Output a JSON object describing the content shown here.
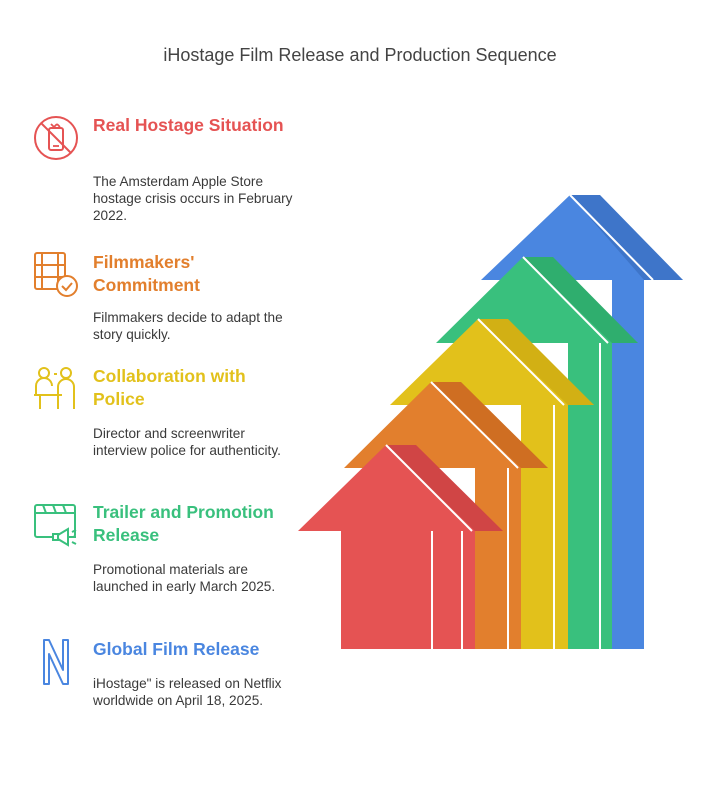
{
  "title": "iHostage Film Release and Production Sequence",
  "steps": [
    {
      "heading": "Real Hostage Situation",
      "description": "The Amsterdam Apple Store hostage crisis occurs in February 2022.",
      "color": "#E55353",
      "icon": "hostage-phone-icon"
    },
    {
      "heading": "Filmmakers' Commitment",
      "description": "Filmmakers decide to adapt the story quickly.",
      "color": "#E27F2D",
      "icon": "film-check-icon"
    },
    {
      "heading": "Collaboration with Police",
      "description": "Director and screenwriter interview police for authenticity.",
      "color": "#E2C11B",
      "icon": "people-collaboration-icon"
    },
    {
      "heading": "Trailer and Promotion Release",
      "description": "Promotional materials are launched in early March 2025.",
      "color": "#39C07D",
      "icon": "clapper-megaphone-icon"
    },
    {
      "heading": "Global Film Release",
      "description": "iHostage\" is released on Netflix worldwide on April 18, 2025.",
      "color": "#4A86E0",
      "icon": "netflix-n-icon"
    }
  ]
}
